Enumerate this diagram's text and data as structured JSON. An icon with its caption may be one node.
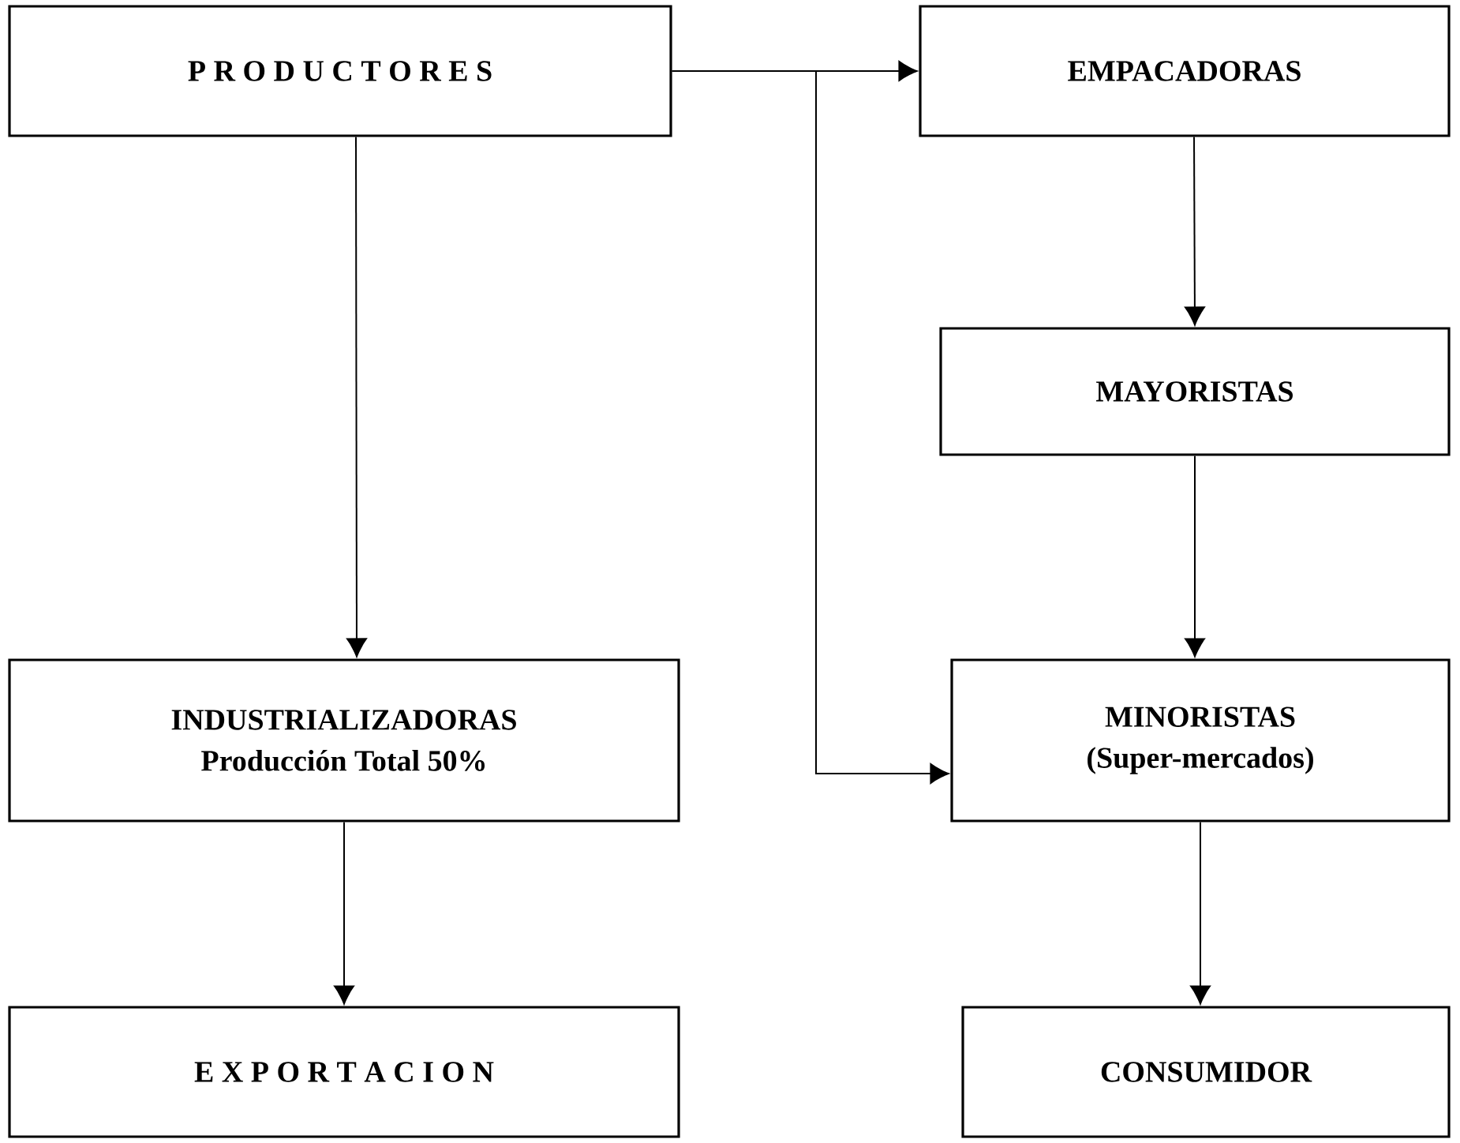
{
  "diagram": {
    "nodes": [
      {
        "text": [
          "P R O D U C T O R E S"
        ]
      },
      {
        "text": [
          "EMPACADORAS"
        ]
      },
      {
        "text": [
          "MAYORISTAS"
        ]
      },
      {
        "text": [
          "INDUSTRIALIZADORAS",
          "Producción Total 50%"
        ]
      },
      {
        "text": [
          "MINORISTAS",
          "(Super-mercados)"
        ]
      },
      {
        "text": [
          "E X P O R T A C I O N"
        ]
      },
      {
        "text": [
          "CONSUMIDOR"
        ]
      }
    ],
    "edges": [
      {
        "from": 0,
        "to": 1,
        "arrow": "to"
      },
      {
        "from": 0,
        "to": 4,
        "arrow": "to"
      },
      {
        "from": 0,
        "to": 3,
        "arrow": "to"
      },
      {
        "from": 1,
        "to": 2,
        "arrow": "to"
      },
      {
        "from": 2,
        "to": 4,
        "arrow": "to"
      },
      {
        "from": 3,
        "to": 5,
        "arrow": "to"
      },
      {
        "from": 4,
        "to": 6,
        "arrow": "to"
      }
    ]
  }
}
